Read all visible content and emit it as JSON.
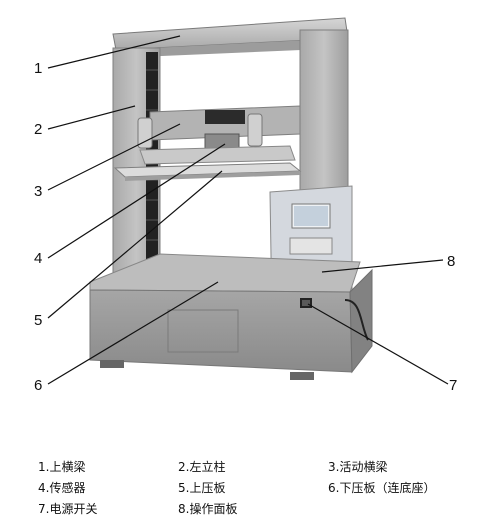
{
  "callouts": [
    "1",
    "2",
    "3",
    "4",
    "5",
    "6",
    "7",
    "8"
  ],
  "legend": [
    "1.上横梁",
    "2.左立柱",
    "3.活动横梁",
    "4.传感器",
    "5.上压板",
    "6.下压板（连底座）",
    "7.电源开关",
    "8.操作面板"
  ],
  "colors": {
    "frame": "#b7b7b7",
    "frame_dark": "#8e8e8e",
    "base": "#9a9a9a",
    "platen": "#c9c9c9",
    "panel": "#d9dde3",
    "leader": "#111111"
  }
}
